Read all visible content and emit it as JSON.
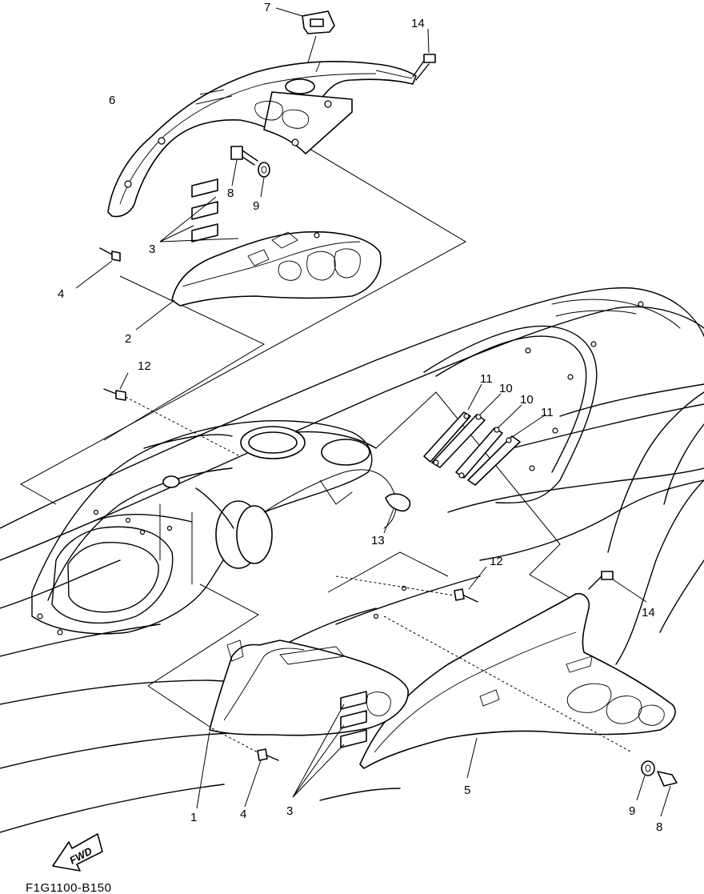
{
  "diagram": {
    "drawing_code": "F1G1100-B150",
    "direction_marker": "FWD",
    "callouts": {
      "p7": "7",
      "p14_top": "14",
      "p6": "6",
      "p8_top": "8",
      "p9_top": "9",
      "p3_top": "3",
      "p4_top": "4",
      "p2": "2",
      "p12_left": "12",
      "p11_a": "11",
      "p10_a": "10",
      "p10_b": "10",
      "p11_b": "11",
      "p13": "13",
      "p12_right": "12",
      "p14_right": "14",
      "p1": "1",
      "p4_bottom": "4",
      "p3_bottom": "3",
      "p5": "5",
      "p9_bottom": "9",
      "p8_bottom": "8"
    }
  }
}
